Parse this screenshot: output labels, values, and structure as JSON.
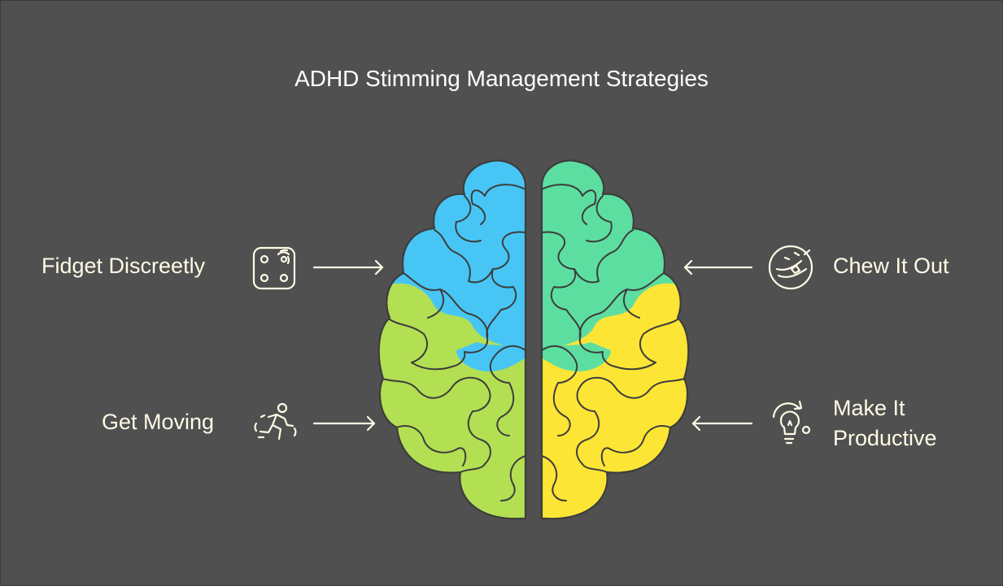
{
  "title": "ADHD Stimming Management Strategies",
  "strategies": {
    "fidget": {
      "label": "Fidget Discreetly",
      "icon": "fidget-dice-icon"
    },
    "moving": {
      "label": "Get Moving",
      "icon": "running-person-icon"
    },
    "chew": {
      "label": "Chew It Out",
      "icon": "chewing-face-icon"
    },
    "productive": {
      "label_line1": "Make It",
      "label_line2": "Productive",
      "icon": "lightbulb-idea-icon"
    }
  },
  "colors": {
    "background": "#505050",
    "text": "#fffbe6",
    "brain_top_left": "#47c6f5",
    "brain_top_right": "#5ddea1",
    "brain_bottom_left": "#b3df53",
    "brain_bottom_right": "#fde535",
    "outline": "#3d3d3d"
  }
}
